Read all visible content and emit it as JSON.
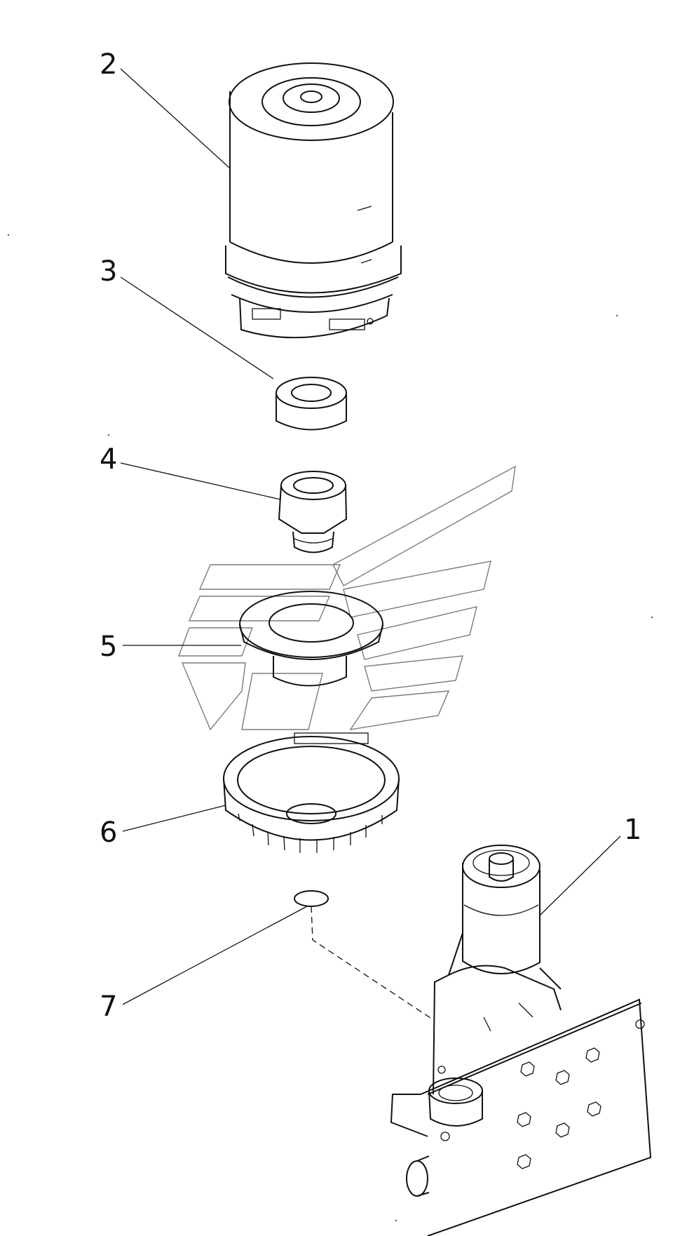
{
  "diagram": {
    "labels": {
      "p1": "1",
      "p2": "2",
      "p3": "3",
      "p4": "4",
      "p5": "5",
      "p6": "6",
      "p7": "7"
    }
  }
}
